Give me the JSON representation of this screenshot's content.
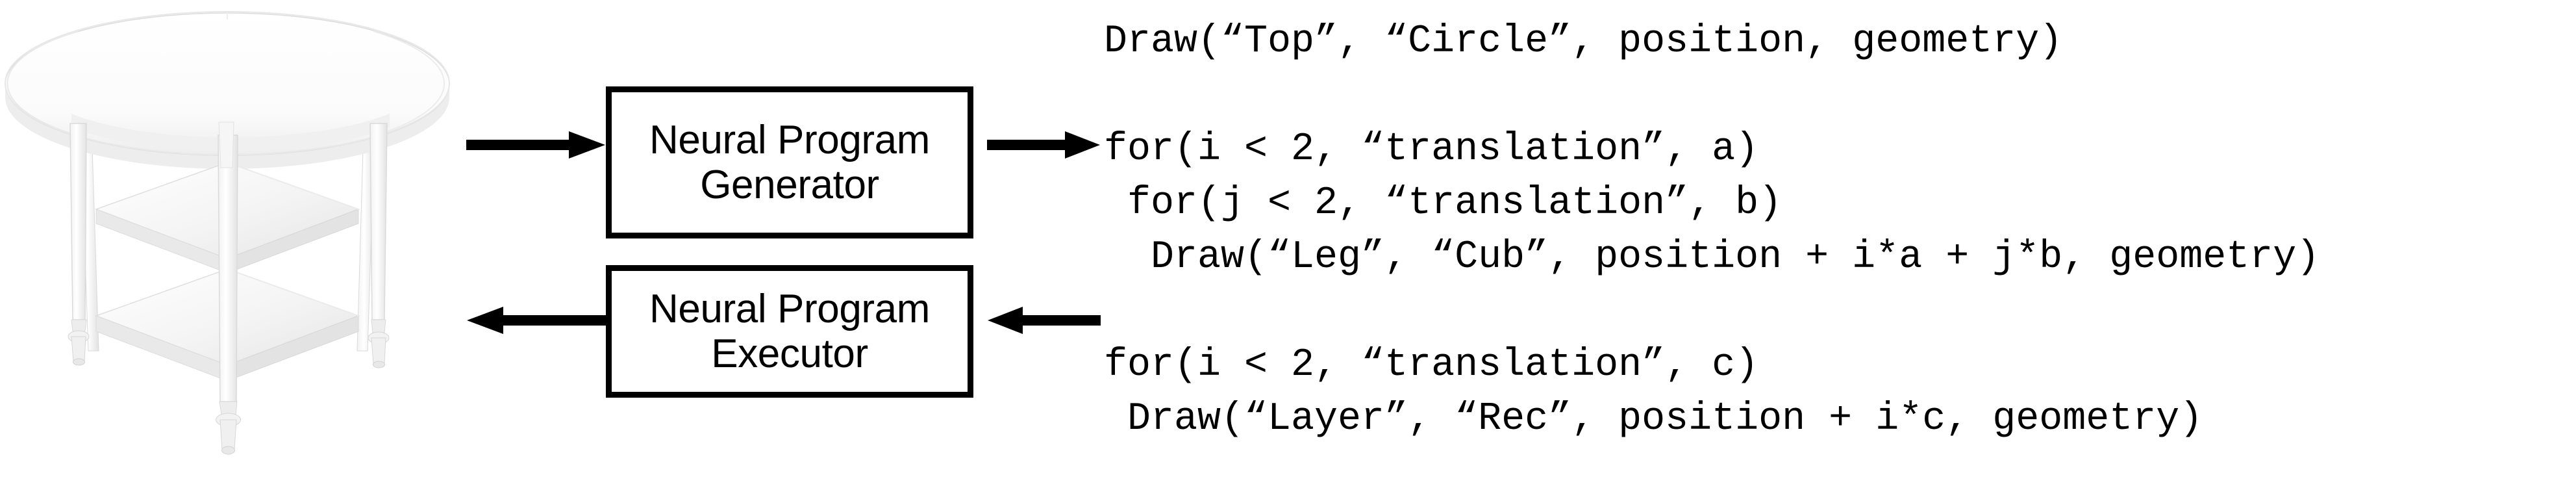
{
  "figure": {
    "type": "pipeline-diagram",
    "object_image": {
      "name": "round-table-photo",
      "description": "White round drop-leaf table with four turned legs and two square lower shelves",
      "colors": {
        "tabletop": "#fcfcfc",
        "shadow": "#e6e6e6",
        "edge": "#d8d8d8",
        "background": "#ffffff"
      }
    }
  },
  "modules": [
    {
      "id": "neural-program-generator",
      "line1": "Neural Program",
      "line2": "Generator"
    },
    {
      "id": "neural-program-executor",
      "line1": "Neural Program",
      "line2": "Executor"
    }
  ],
  "arrows": [
    {
      "id": "image-to-generator",
      "direction": "right"
    },
    {
      "id": "generator-to-program",
      "direction": "right"
    },
    {
      "id": "executor-to-image",
      "direction": "left"
    },
    {
      "id": "program-to-executor",
      "direction": "left"
    }
  ],
  "program": {
    "lines": [
      {
        "indent": 0,
        "text": "Draw(“Top”, “Circle”, position, geometry)"
      },
      {
        "indent": 0,
        "text": ""
      },
      {
        "indent": 0,
        "text": "for(i < 2, “translation”, a)"
      },
      {
        "indent": 1,
        "text": "for(j < 2, “translation”, b)"
      },
      {
        "indent": 2,
        "text": "Draw(“Leg”, “Cub”, position + i*a + j*b, geometry)"
      },
      {
        "indent": 0,
        "text": ""
      },
      {
        "indent": 0,
        "text": "for(i < 2, “translation”, c)"
      },
      {
        "indent": 1,
        "text": "Draw(“Layer”, “Rec”, position + i*c, geometry)"
      }
    ]
  },
  "colors": {
    "ink": "#000000",
    "paper": "#ffffff"
  }
}
